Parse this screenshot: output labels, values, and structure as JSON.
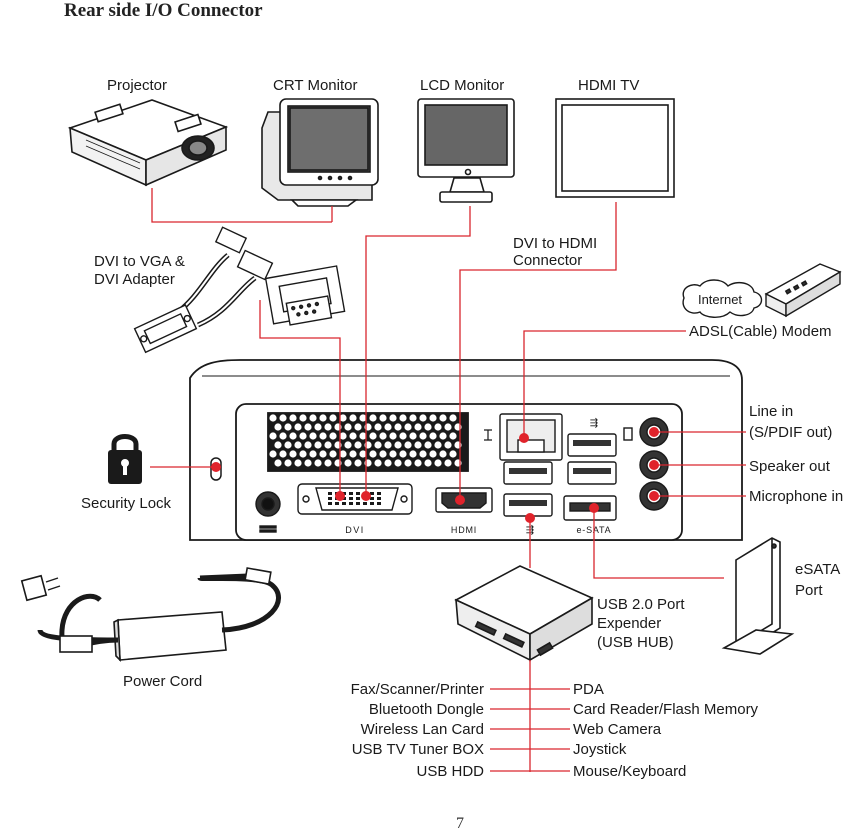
{
  "title": "Rear side I/O Connector",
  "page_number": "7",
  "devices": {
    "projector": "Projector",
    "crt_monitor": "CRT Monitor",
    "lcd_monitor": "LCD Monitor",
    "hdmi_tv": "HDMI TV",
    "internet": "Internet"
  },
  "labels": {
    "dvi_adapter_line1": "DVI to VGA &",
    "dvi_adapter_line2": "DVI Adapter",
    "dvi_hdmi_line1": "DVI to HDMI",
    "dvi_hdmi_line2": "Connector",
    "adsl_modem": "ADSL(Cable) Modem",
    "line_in_1": "Line in",
    "line_in_2": "(S/PDIF out)",
    "speaker_out": "Speaker out",
    "microphone_in": "Microphone in",
    "security_lock": "Security Lock",
    "esata_port_1": "eSATA",
    "esata_port_2": "Port",
    "usb_hub_1": "USB 2.0 Port",
    "usb_hub_2": "Expender",
    "usb_hub_3": "(USB HUB)",
    "power_cord": "Power Cord"
  },
  "port_labels": {
    "dvi": "DVI",
    "hdmi": "HDMI",
    "esata": "e-SATA"
  },
  "usb_devices_left": [
    "Fax/Scanner/Printer",
    "Bluetooth Dongle",
    "Wireless Lan Card",
    "USB TV Tuner BOX",
    "USB HDD"
  ],
  "usb_devices_right": [
    "PDA",
    "Card Reader/Flash Memory",
    "Web Camera",
    "Joystick",
    "Mouse/Keyboard"
  ],
  "colors": {
    "connector_line": "#d9262e",
    "outline": "#1a1a1a",
    "dot": "#e0232b"
  }
}
